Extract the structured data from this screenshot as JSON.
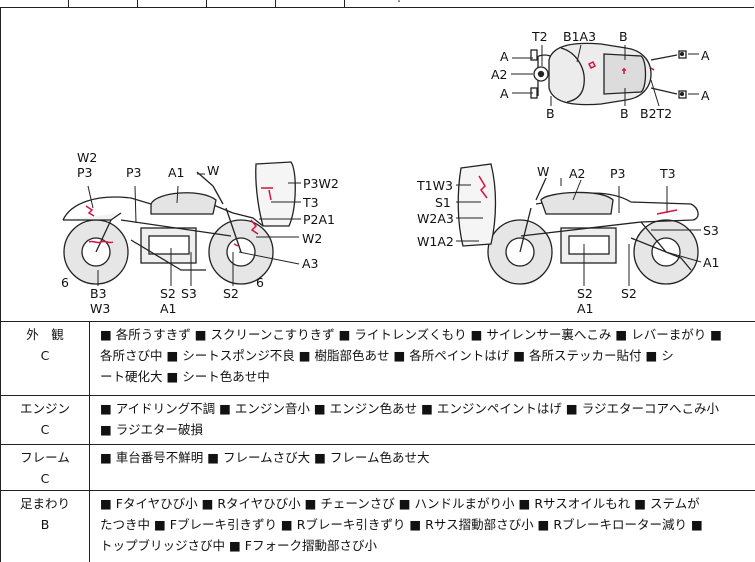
{
  "top_fragment": "・",
  "diagram": {
    "top_view": {
      "labels": {
        "t2": "T2",
        "b1a3": "B1A3",
        "b_top": "B",
        "a_l1": "A",
        "a2_l": "A2",
        "a_l2": "A",
        "a_r1": "A",
        "a_r2": "A",
        "b_bottom_l": "B",
        "b_bottom_r": "B",
        "b2t2": "B2T2"
      }
    },
    "left_view": {
      "labels": {
        "w2": "W2",
        "p3a": "P3",
        "p3b": "P3",
        "a1": "A1",
        "w": "W",
        "p3w2": "P3W2",
        "t3": "T3",
        "p2a1": "P2A1",
        "w2b": "W2",
        "a3": "A3",
        "six_a": "6",
        "b3": "B3",
        "w3": "W3",
        "s2a": "S2",
        "a1b": "A1",
        "s3": "S3",
        "s2b": "S2",
        "six_b": "6"
      }
    },
    "right_view": {
      "labels": {
        "w": "W",
        "a2": "A2",
        "p3": "P3",
        "t3": "T3",
        "t1w3": "T1W3",
        "s1": "S1",
        "w2a3": "W2A3",
        "w1a2": "W1A2",
        "s3": "S3",
        "a1": "A1",
        "s2a": "S2",
        "a1b": "A1",
        "s2b": "S2"
      }
    }
  },
  "colors": {
    "damage_mark": "#d4143c",
    "line": "#222222"
  },
  "conditions": [
    {
      "category": "外　観",
      "grade": "C",
      "line1": "■ 各所うすきず ■ スクリーンこすりきず ■ ライトレンズくもり ■ サイレンサー裏へこみ ■ レバーまがり ■",
      "line2": "各所さび中 ■ シートスポンジ不良 ■ 樹脂部色あせ ■ 各所ペイントはげ ■ 各所ステッカー貼付 ■ シ",
      "line3": "ート硬化大 ■ シート色あせ中"
    },
    {
      "category": "エンジン",
      "grade": "C",
      "line1": "■ アイドリング不調 ■ エンジン音小 ■ エンジン色あせ ■ エンジンペイントはげ ■ ラジエターコアへこみ小",
      "line2": "■ ラジエター破損"
    },
    {
      "category": "フレーム",
      "grade": "C",
      "line1": "■ 車台番号不鮮明 ■ フレームさび大 ■ フレーム色あせ大"
    },
    {
      "category": "足まわり",
      "grade": "B",
      "line1": "■ Fタイヤひび小 ■ Rタイヤひび小 ■ チェーンさび ■ ハンドルまがり小 ■ Rサスオイルもれ ■ ステムが",
      "line2": "たつき中 ■ Fブレーキ引きずり ■ Rブレーキ引きずり ■ Rサス摺動部さび小 ■ Rブレーキローター減り ■",
      "line3": "トップブリッジさび中 ■ Fフォーク摺動部さび小"
    }
  ]
}
